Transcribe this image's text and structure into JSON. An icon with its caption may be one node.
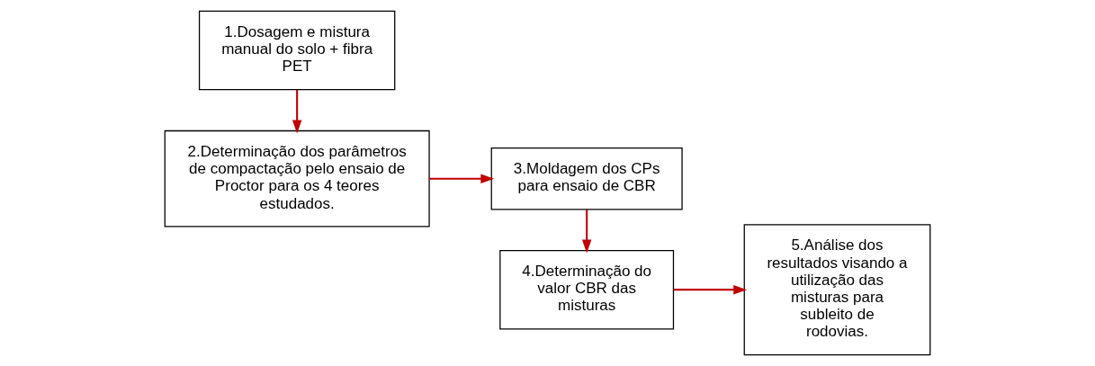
{
  "diagram": {
    "nodes": [
      {
        "text": [
          "1.Dosagem e mistura manual do solo + fibra PET"
        ]
      },
      {
        "text": [
          "2.Determinação dos parâmetros de compactação pelo ensaio de Proctor para os 4 teores estudados."
        ]
      },
      {
        "text": [
          "3.Moldagem dos CPs para ensaio de CBR"
        ]
      },
      {
        "text": [
          "4.Determinação do valor CBR das misturas"
        ]
      },
      {
        "text": [
          "5.Análise dos resultados visando a utilização das misturas para subleito de rodovias."
        ]
      }
    ],
    "edges": [
      {
        "from": 0,
        "to": 1,
        "arrow": "to"
      },
      {
        "from": 1,
        "to": 2,
        "arrow": "to"
      },
      {
        "from": 2,
        "to": 3,
        "arrow": "to"
      },
      {
        "from": 3,
        "to": 4,
        "arrow": "to"
      }
    ]
  }
}
